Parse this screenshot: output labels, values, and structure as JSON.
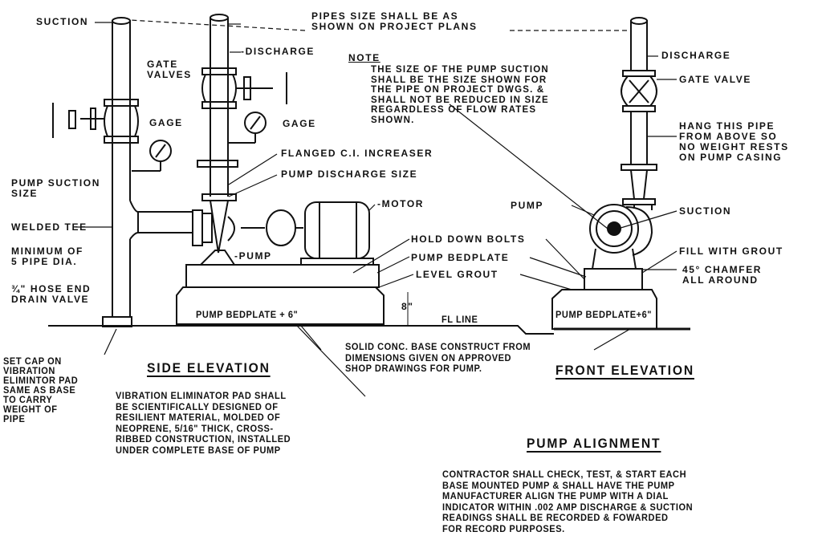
{
  "side_elevation": {
    "title": "SIDE ELEVATION",
    "labels": {
      "suction": "SUCTION",
      "discharge": "-DISCHARGE",
      "gate_valves": "GATE\nVALVES",
      "gage_left": "GAGE",
      "gage_right": "GAGE",
      "flanged_increaser": "FLANGED C.I. INCREASER",
      "pump_discharge_size": "PUMP DISCHARGE SIZE",
      "pump_suction_size": "PUMP SUCTION\nSIZE",
      "welded_tee": "WELDED TEE",
      "minimum_pipe_dia": "MINIMUM OF\n5 PIPE DIA.",
      "hose_end_drain": "¾\" HOSE END\nDRAIN VALVE",
      "motor": "-MOTOR",
      "pump": "-PUMP",
      "hold_down_bolts": "HOLD DOWN BOLTS",
      "pump_bedplate": "PUMP BEDPLATE",
      "level_grout": "LEVEL GROUT",
      "bedplate_dimension": "PUMP BEDPLATE + 6\"",
      "height_dimension": "8\"",
      "fl_line": "FL LINE"
    },
    "set_cap_note": "SET CAP ON\nVIBRATION\nELIMINTOR PAD\nSAME AS BASE\nTO CARRY\nWEIGHT OF\nPIPE",
    "vibration_note": "VIBRATION ELIMINATOR PAD SHALL\nBE SCIENTIFICALLY DESIGNED OF\nRESILIENT MATERIAL, MOLDED OF\nNEOPRENE, 5/16\" THICK, CROSS-\nRIBBED CONSTRUCTION, INSTALLED\nUNDER COMPLETE BASE OF PUMP"
  },
  "pipe_size_note": "PIPES SIZE SHALL BE AS\nSHOWN ON PROJECT PLANS",
  "note": {
    "heading": "NOTE",
    "text": "THE SIZE OF THE PUMP SUCTION\nSHALL BE THE SIZE SHOWN FOR\nTHE PIPE ON PROJECT DWGS. &\nSHALL NOT BE REDUCED IN SIZE\nREGARDLESS OF FLOW RATES\nSHOWN."
  },
  "front_elevation": {
    "title": "FRONT ELEVATION",
    "labels": {
      "discharge": "DISCHARGE",
      "gate_valve": "GATE VALVE",
      "hang_pipe": "HANG THIS PIPE\nFROM ABOVE SO\nNO WEIGHT RESTS\nON PUMP CASING",
      "pump": "PUMP",
      "suction": "SUCTION",
      "fill_with_grout": "FILL WITH GROUT",
      "chamfer": "45° CHAMFER\nALL AROUND",
      "bedplate_dimension": "PUMP BEDPLATE+6\""
    }
  },
  "solid_base_note": "SOLID CONC. BASE CONSTRUCT FROM\nDIMENSIONS GIVEN ON APPROVED\nSHOP DRAWINGS FOR PUMP.",
  "pump_alignment": {
    "title": "PUMP ALIGNMENT",
    "text": "CONTRACTOR SHALL CHECK, TEST, & START EACH\nBASE MOUNTED PUMP & SHALL HAVE THE PUMP\nMANUFACTURER ALIGN THE PUMP WITH A DIAL\nINDICATOR WITHIN .002 AMP DISCHARGE & SUCTION\nREADINGS SHALL BE RECORDED & FOWARDED\nFOR RECORD PURPOSES."
  }
}
